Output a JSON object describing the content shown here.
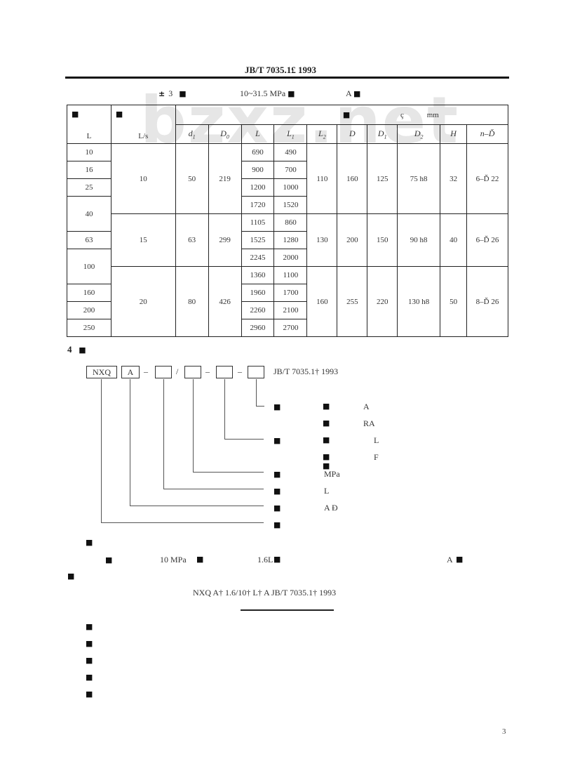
{
  "header": {
    "standard_code": "JB/T 7035.1£ 1993"
  },
  "table_caption": {
    "prefix_glyph": "±",
    "number": "3",
    "title_glyph_1": "■",
    "pressure_range": "10~31.5 MPa",
    "title_glyph_2": "■",
    "type": "A",
    "title_glyph_3": "■"
  },
  "watermark": "bzxz.net",
  "table": {
    "col1_header_glyph": "■",
    "col1_unit": "L",
    "col2_header_glyph": "■",
    "col2_unit": "L/s",
    "dims_header_glyph_1": "■",
    "dims_header_glyph_2": "ç",
    "dims_unit": "mm",
    "sub_headers": [
      "d1",
      "D0",
      "L",
      "L1",
      "L2",
      "D",
      "D1",
      "D2",
      "H",
      "n-Ď"
    ],
    "groups": [
      {
        "flow": "10",
        "d1": "50",
        "D0": "219",
        "L2": "110",
        "D": "160",
        "D1": "125",
        "D2": "75 h8",
        "H": "32",
        "holes": "6–Ď 22",
        "capacities": [
          "10",
          "16",
          "25",
          "40"
        ],
        "L": [
          "690",
          "900",
          "1200",
          "1720"
        ],
        "L1": [
          "490",
          "700",
          "1000",
          "1520"
        ]
      },
      {
        "flow": "15",
        "d1": "63",
        "D0": "299",
        "L2": "130",
        "D": "200",
        "D1": "150",
        "D2": "90 h8",
        "H": "40",
        "holes": "6–Ď 26",
        "capacities": [
          "63",
          "100"
        ],
        "L": [
          "1105",
          "1525",
          "2245"
        ],
        "L1": [
          "860",
          "1280",
          "2000"
        ]
      },
      {
        "flow": "20",
        "d1": "80",
        "D0": "426",
        "L2": "160",
        "D": "255",
        "D1": "220",
        "D2": "130 h8",
        "H": "50",
        "holes": "8–Ď 26",
        "capacities": [
          "160",
          "200",
          "250"
        ],
        "L": [
          "1360",
          "1960",
          "2260",
          "2960"
        ],
        "L1": [
          "1100",
          "1700",
          "2100",
          "2700"
        ]
      }
    ]
  },
  "section4": {
    "number": "4",
    "title_glyph": "■",
    "code_boxes": [
      "NXQ",
      "A",
      "",
      "",
      "",
      ""
    ],
    "separators": [
      "–",
      "/",
      "–",
      "–"
    ],
    "standard": "JB/T 7035.1† 1993",
    "legend": [
      {
        "glyph": "■",
        "col2": "■",
        "value": "A"
      },
      {
        "glyph": "",
        "col2": "■",
        "value": "RA"
      },
      {
        "glyph": "■",
        "col2": "■",
        "value": "L"
      },
      {
        "glyph": "",
        "col2": "■  ■",
        "value": "F"
      },
      {
        "glyph": "■",
        "col2": "",
        "value": "MPa"
      },
      {
        "glyph": "■",
        "col2": "",
        "value": "L"
      },
      {
        "glyph": "■",
        "col2": "",
        "value": "A Ð"
      },
      {
        "glyph": "■",
        "col2": "",
        "value": ""
      }
    ],
    "example_label_glyph": "■",
    "example_line": {
      "glyph_1": "■",
      "pressure": "10 MPa",
      "glyph_2": "■",
      "volume": "1.6L",
      "glyph_3": "■",
      "type": "A",
      "glyph_4": "■"
    },
    "example_result_glyph": "■",
    "example_code": "NXQ A†  1.6/10†  L†  A   JB/T 7035.1†  1993"
  },
  "footnotes": [
    "■",
    "■",
    "■",
    "■",
    "■"
  ],
  "page_number": "3"
}
